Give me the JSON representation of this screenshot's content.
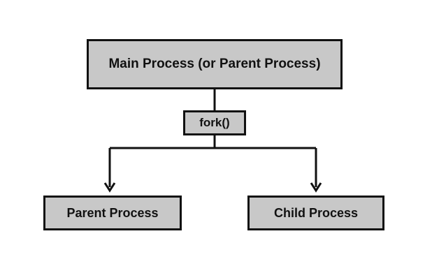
{
  "nodes": {
    "main": "Main Process (or Parent Process)",
    "fork": "fork()",
    "parent": "Parent Process",
    "child": "Child Process"
  },
  "colors": {
    "node_fill": "#c8c8c8",
    "stroke": "#111111",
    "background": "#ffffff"
  }
}
